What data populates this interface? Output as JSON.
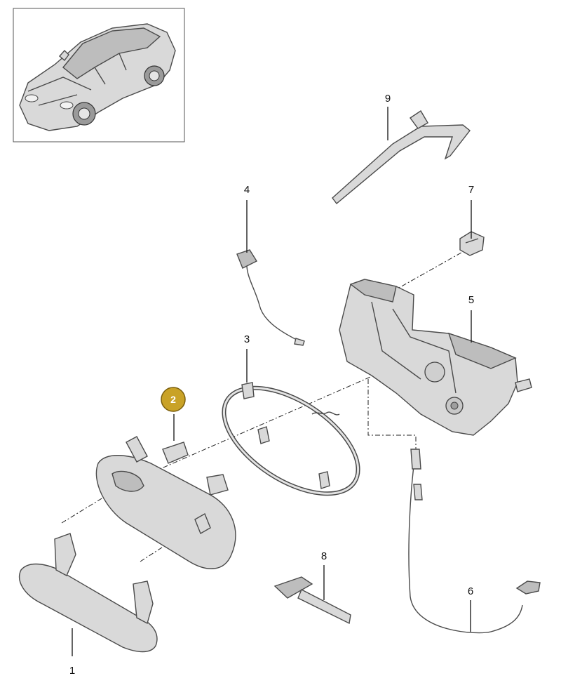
{
  "callouts": {
    "c1": "1",
    "c2": "2",
    "c3": "3",
    "c4": "4",
    "c5": "5",
    "c6": "6",
    "c7": "7",
    "c8": "8",
    "c9": "9"
  },
  "colors": {
    "highlight_badge": "#c9a227",
    "part_fill": "#d9d9d9",
    "outline": "#4a4a4a"
  },
  "icons": {
    "overview": "car-overview-icon"
  }
}
